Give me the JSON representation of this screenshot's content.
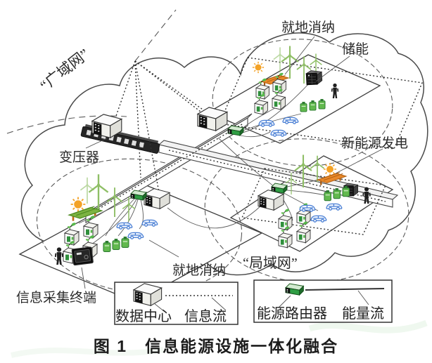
{
  "figure": {
    "caption": "图 1　信息能源设施一体化融合"
  },
  "diagram": {
    "labels": {
      "wan": "“广域网”",
      "lan": "“局域网”",
      "transformer": "变压器",
      "local_consumption_top": "就地消纳",
      "energy_storage": "储能",
      "renewable_generation": "新能源发电",
      "local_consumption_bottom": "就地消纳",
      "info_collection_terminal": "信息采集终端"
    },
    "legend": {
      "data_center": "数据中心",
      "information_flow": "信息流",
      "energy_router": "能源路由器",
      "energy_flow": "能量流"
    },
    "icons": {
      "cloud": "cloud-wan-icon",
      "data_center": "data-center-icon",
      "energy_router": "energy-router-icon",
      "transformer": "transformer-icon",
      "wind_turbine": "wind-turbine-icon",
      "solar_panel": "solar-panel-icon",
      "sun": "sun-icon",
      "eco_house": "eco-house-icon",
      "battery": "battery-icon",
      "ev_car": "ev-car-icon",
      "person": "person-icon",
      "storage_unit": "storage-unit-icon",
      "info_terminal": "info-terminal-icon"
    },
    "colors": {
      "line": "#3f3f3f",
      "dashed_boundary": "#5a5a5a",
      "green": "#2f9e44",
      "light_green": "#90c25e",
      "orange": "#e8882a",
      "blue": "#4a7fd4",
      "text": "#2b2b2b",
      "background": "#ffffff"
    }
  }
}
